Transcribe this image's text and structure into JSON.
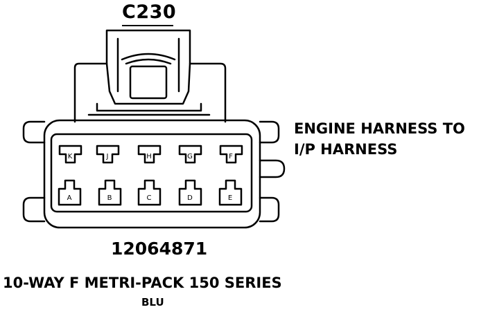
{
  "diagram": {
    "connector_id": "C230",
    "description_line1": "ENGINE HARNESS TO",
    "description_line2": "I/P HARNESS",
    "part_number": "12064871",
    "series": "10-WAY F METRI-PACK 150 SERIES",
    "color": "BLU",
    "pins": {
      "top_row": [
        "K",
        "J",
        "H",
        "G",
        "F"
      ],
      "bottom_row": [
        "A",
        "B",
        "C",
        "D",
        "E"
      ]
    }
  }
}
